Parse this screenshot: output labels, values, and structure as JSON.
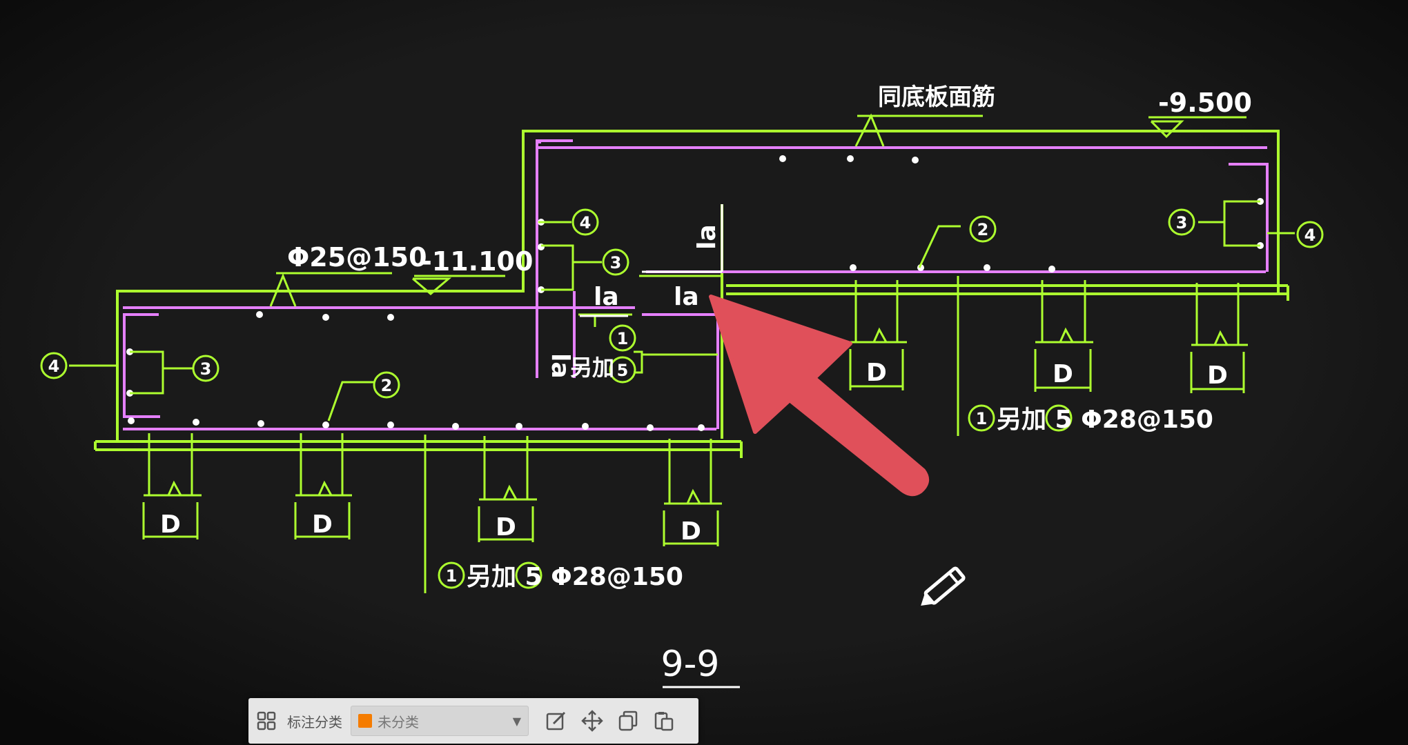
{
  "drawing": {
    "labels": {
      "top_note": "同底板面筋",
      "elev_right": "-9.500",
      "elev_left": "-11.100",
      "rebar_left": "Φ25@150",
      "la": "la",
      "extra_prefix": "另加",
      "extra_note_left": "另加 5 Φ28@150",
      "extra_note_right": "另加 5 Φ28@150",
      "pile_d": "D",
      "section_title": "9-9",
      "n1": "1",
      "n2": "2",
      "n3": "3",
      "n4": "4",
      "n5": "5"
    },
    "colors": {
      "concrete": "#adff2f",
      "rebar": "#e680ff",
      "text": "#ffffff",
      "arrow": "#e0505a",
      "background": "#141414"
    }
  },
  "toolbar": {
    "category_label": "标注分类",
    "category_value": "未分类",
    "category_color": "#f57c00",
    "icons": [
      "grid-icon",
      "edit-icon",
      "move-icon",
      "copy-icon",
      "paste-icon"
    ]
  }
}
